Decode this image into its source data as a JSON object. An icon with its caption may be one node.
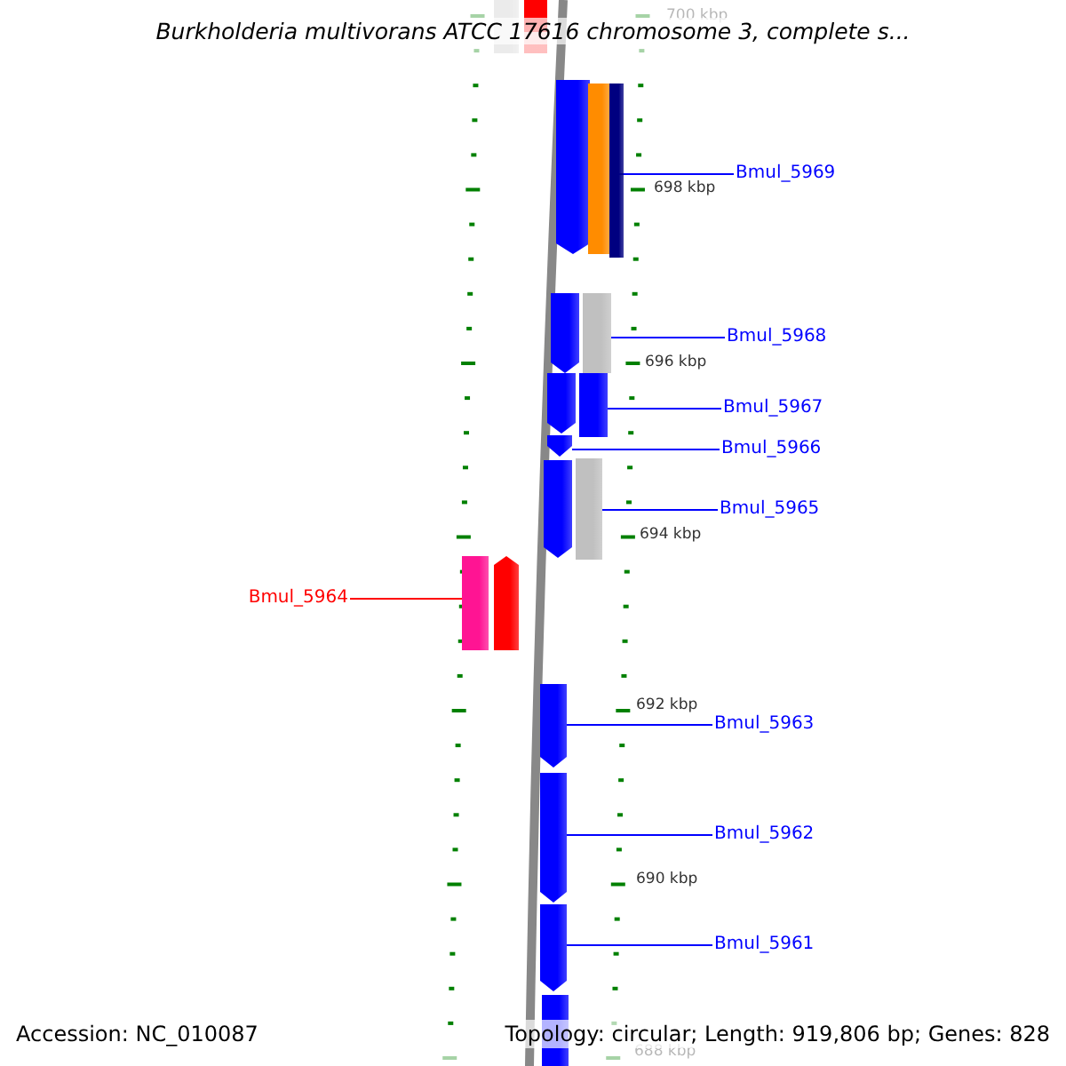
{
  "diagram": {
    "title": "Burkholderia multivorans ATCC 17616 chromosome 3, complete s...",
    "nodes": [
      {
        "text": [
          "Bmul_5969"
        ]
      },
      {
        "text": [
          "Bmul_5968"
        ]
      },
      {
        "text": [
          "Bmul_5967"
        ]
      },
      {
        "text": [
          "Bmul_5966"
        ]
      },
      {
        "text": [
          "Bmul_5965"
        ]
      },
      {
        "text": [
          "Bmul_5964"
        ]
      },
      {
        "text": [
          "Bmul_5963"
        ]
      },
      {
        "text": [
          "Bmul_5962"
        ]
      },
      {
        "text": [
          "Bmul_5961"
        ]
      },
      {
        "text": [],
        "shape": "bar"
      },
      {
        "text": [],
        "shape": "bar"
      },
      {
        "text": [],
        "shape": "arrow"
      },
      {
        "text": [],
        "shape": "bar"
      },
      {
        "text": [],
        "shape": "bar"
      },
      {
        "text": [],
        "shape": "arrow"
      },
      {
        "text": [],
        "shape": "bar"
      },
      {
        "text": [],
        "shape": "arrow"
      },
      {
        "text": [],
        "shape": "bar"
      },
      {
        "text": [],
        "shape": "arrow"
      },
      {
        "text": [],
        "shape": "arrow"
      },
      {
        "text": [],
        "shape": "bar"
      },
      {
        "text": [],
        "shape": "bar"
      },
      {
        "text": [],
        "shape": "arrow"
      },
      {
        "text": [],
        "shape": "arrow"
      },
      {
        "text": [],
        "shape": "arrow"
      },
      {
        "text": [],
        "shape": "arrow"
      },
      {
        "text": [],
        "shape": "bar"
      }
    ],
    "edges": [
      {
        "from": 0,
        "to": 12,
        "arrow": "none"
      },
      {
        "from": 1,
        "to": 15,
        "arrow": "none"
      },
      {
        "from": 2,
        "to": 17,
        "arrow": "none"
      },
      {
        "from": 3,
        "to": 18,
        "arrow": "none"
      },
      {
        "from": 4,
        "to": 20,
        "arrow": "none"
      },
      {
        "from": 5,
        "to": 21,
        "arrow": "none",
        "color": "#ff0000"
      },
      {
        "from": 6,
        "to": 23,
        "arrow": "none"
      },
      {
        "from": 7,
        "to": 24,
        "arrow": "none"
      },
      {
        "from": 8,
        "to": 25,
        "arrow": "none"
      }
    ],
    "labels": [
      "700 kbp",
      "698 kbp",
      "696 kbp",
      "694 kbp",
      "692 kbp",
      "690 kbp",
      "688 kbp",
      "Accession: NC_010087",
      "Topology: circular; Length: 919,806 bp; Genes: 828"
    ]
  }
}
